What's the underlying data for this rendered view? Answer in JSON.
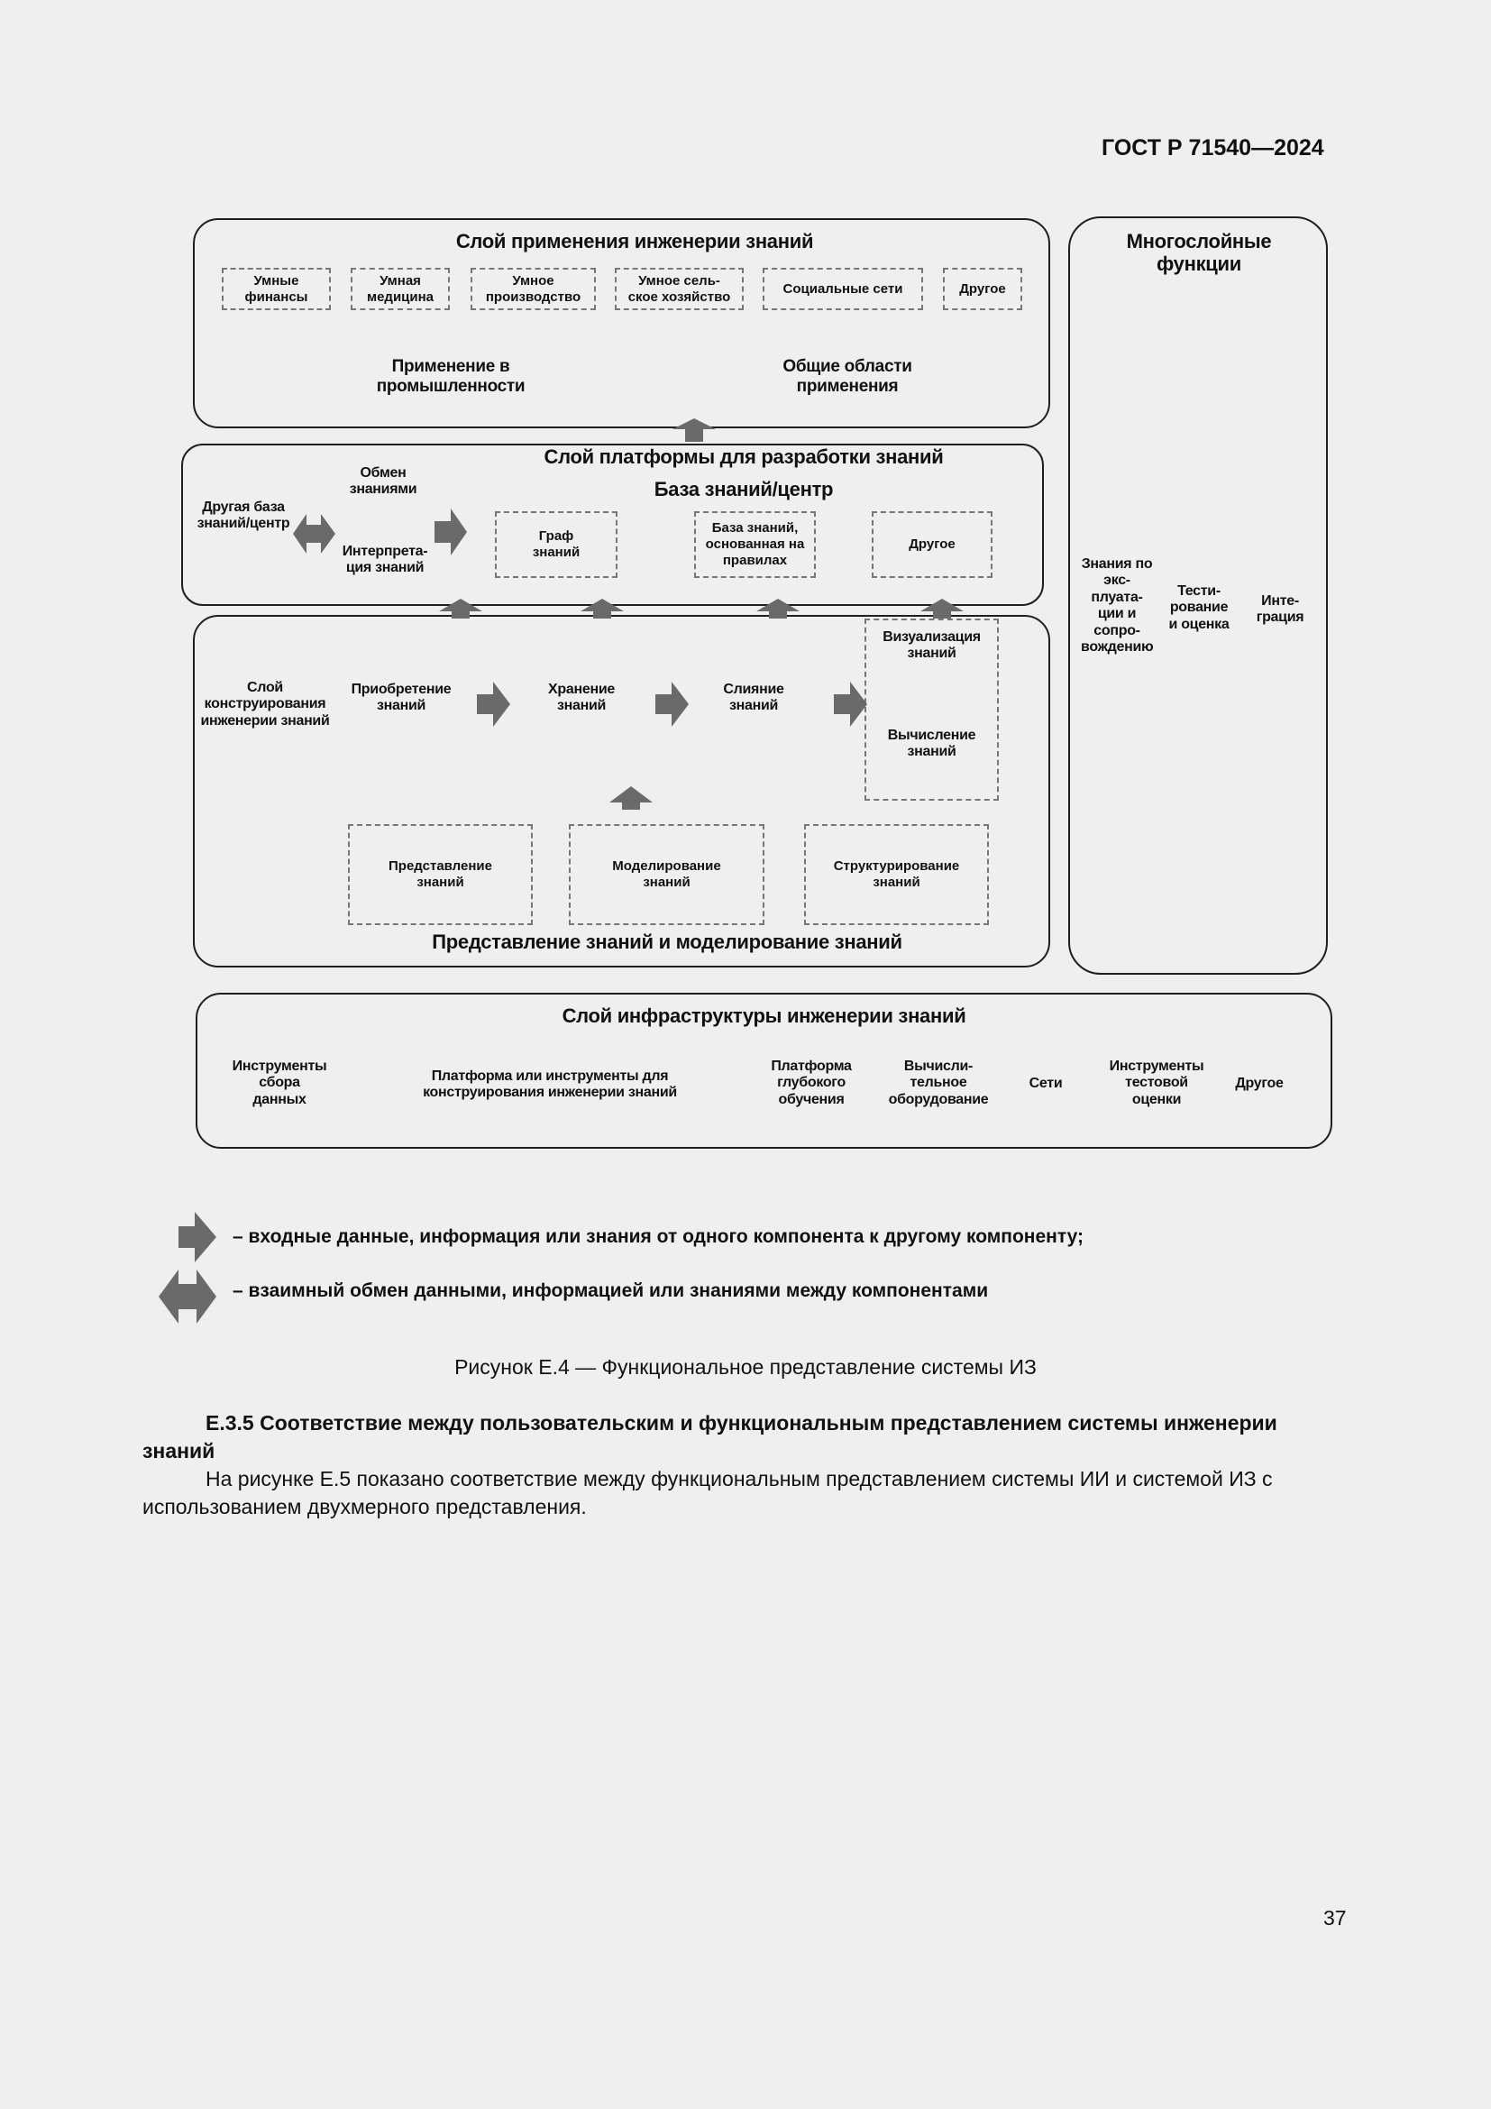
{
  "header": {
    "doc_code": "ГОСТ Р 71540—2024"
  },
  "diagram": {
    "application_layer": {
      "title": "Слой применения инженерии знаний",
      "items": [
        "Умные финансы",
        "Умная медицина",
        "Умное производство",
        "Умное сель-ское хозяйство",
        "Социальные сети",
        "Другое"
      ],
      "industry_label": "Применение в промышленности",
      "general_label": "Общие области применения"
    },
    "platform_layer": {
      "title": "Слой платформы для разработки знаний",
      "kb_title": "База знаний/центр",
      "other_kb": "Другая база знаний/центр",
      "exchange": "Обмен знаниями",
      "interpretation": "Интерпрета-ция знаний",
      "items": [
        "Граф знаний",
        "База знаний, основанная на правилах",
        "Другое"
      ]
    },
    "construction_layer": {
      "label": "Слой конструирования инженерии знаний",
      "steps": [
        "Приобретение знаний",
        "Хранение знаний",
        "Слияние знаний"
      ],
      "outputs": [
        "Визуализация знаний",
        "Вычисление знаний"
      ],
      "representation_items": [
        "Представление знаний",
        "Моделирование знаний",
        "Структурирование знаний"
      ],
      "representation_title": "Представление знаний и моделирование знаний"
    },
    "multilayer": {
      "title": "Многослойные функции",
      "items": [
        "Знания по экс-плуата-ции и сопро-вождению",
        "Тести-рование и оценка",
        "Инте-грация"
      ]
    },
    "infrastructure_layer": {
      "title": "Слой инфраструктуры инженерии знаний",
      "items": [
        "Инструменты сбора данных",
        "Платформа или инструменты для конструирования инженерии знаний",
        "Платформа глубокого обучения",
        "Вычисли-тельное оборудование",
        "Сети",
        "Инструменты тестовой оценки",
        "Другое"
      ]
    }
  },
  "legend": [
    {
      "icon": "arrow-right-icon",
      "text": "– входные данные, информация или знания от одного компонента к другому компоненту;"
    },
    {
      "icon": "double-arrow-icon",
      "text": "– взаимный обмен данными, информацией или знаниями между компонентами"
    }
  ],
  "figure_caption": "Рисунок Е.4 — Функциональное представление системы ИЗ",
  "section": {
    "heading": "Е.3.5 Соответствие между пользовательским и функциональным представлением системы инженерии знаний",
    "paragraph": "На рисунке Е.5 показано соответствие между функциональным представлением системы ИИ и системой ИЗ с использованием двухмерного представления."
  },
  "page_number": "37",
  "colors": {
    "arrow": "#6a6a6a",
    "border": "#1f1f1f",
    "dashed": "#777777",
    "background": "#efefef"
  }
}
